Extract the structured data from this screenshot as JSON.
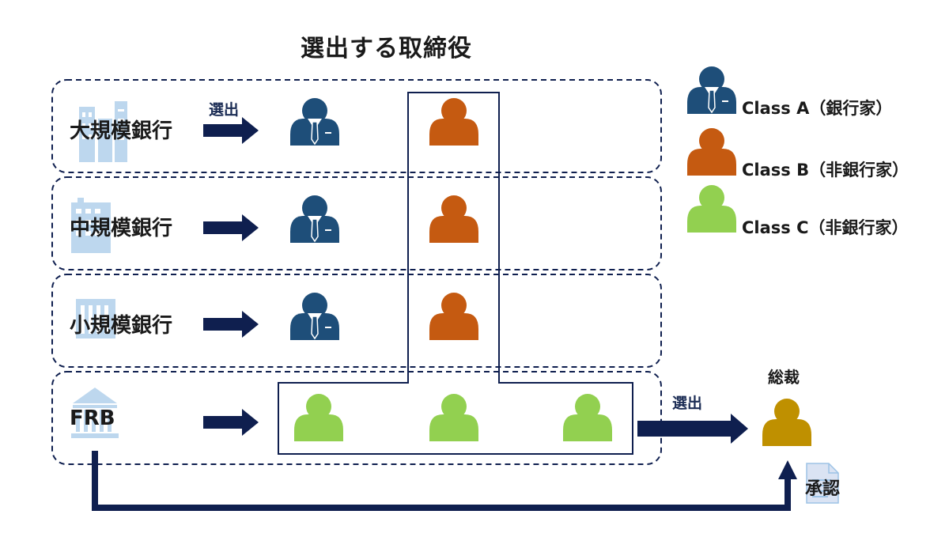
{
  "title": "選出する取締役",
  "rows": [
    {
      "label": "大規模銀行",
      "building": "office-towers-icon",
      "class_a": true,
      "class_b": true
    },
    {
      "label": "中規模銀行",
      "building": "office-building-icon",
      "class_a": true,
      "class_b": true
    },
    {
      "label": "小規模銀行",
      "building": "small-building-icon",
      "class_a": true,
      "class_b": true
    },
    {
      "label": "FRB",
      "building": "federal-reserve-building-icon",
      "class_c_count": 3
    }
  ],
  "arrow_label_top": "選出",
  "arrow_label_chair": "選出",
  "chair_label": "総裁",
  "approval_label": "承認",
  "legend": [
    {
      "label": "Class A（銀行家）",
      "color": "#1e4e79",
      "icon": "banker-person-icon"
    },
    {
      "label": "Class B（非銀行家）",
      "color": "#c55a11",
      "icon": "person-icon"
    },
    {
      "label": "Class C（非銀行家）",
      "color": "#92d050",
      "icon": "person-icon"
    }
  ],
  "colors": {
    "navy": "#0f1f4f",
    "class_a": "#1e4e79",
    "class_b": "#c55a11",
    "class_c": "#92d050",
    "chair": "#bf9000",
    "building": "#bdd7ee"
  }
}
